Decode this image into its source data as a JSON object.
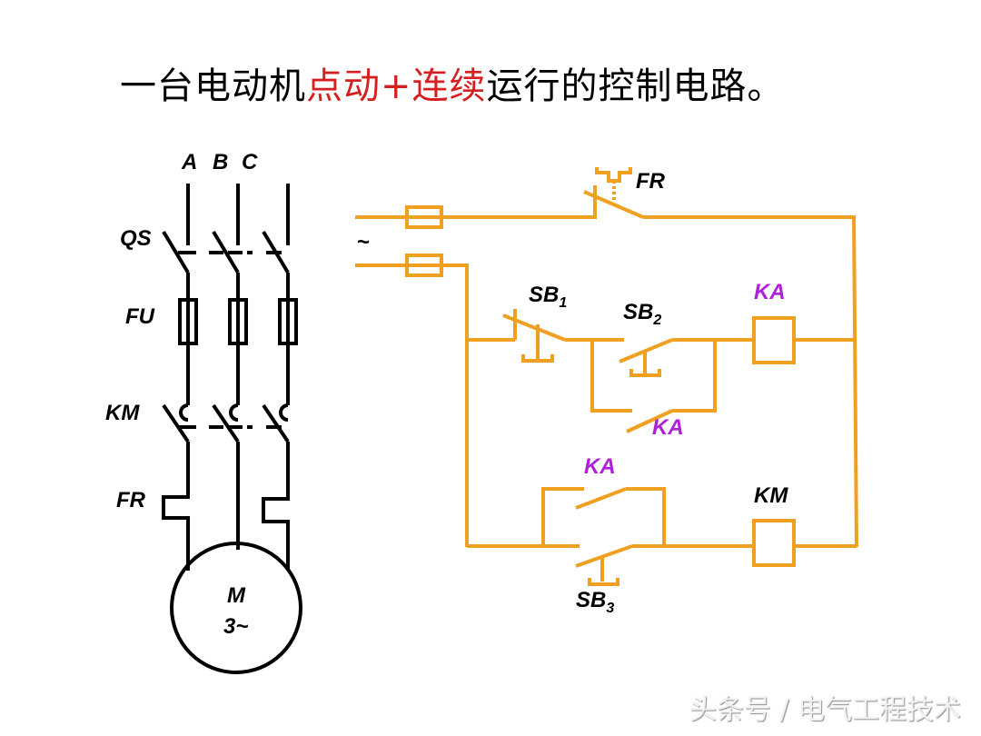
{
  "title": {
    "part1": "一台电动机",
    "highlight": "点动+连续",
    "part2": "运行的控制电路。"
  },
  "colors": {
    "title_highlight": "#d42020",
    "control_wire": "#f0a020",
    "ka_label": "#b020d8",
    "main_wire": "#000000"
  },
  "main_circuit": {
    "phases": [
      "A",
      "B",
      "C"
    ],
    "labels": {
      "switch": "QS",
      "fuse": "FU",
      "contactor": "KM",
      "thermal_relay": "FR"
    },
    "motor": {
      "name": "M",
      "spec": "3~"
    }
  },
  "control_circuit": {
    "ac_symbol": "~",
    "labels": {
      "fr": "FR",
      "sb1": "SB",
      "sb1_sub": "1",
      "sb2": "SB",
      "sb2_sub": "2",
      "ka_coil": "KA",
      "ka_contact_upper": "KA",
      "ka_contact_lower": "KA",
      "km_coil": "KM",
      "sb3": "SB",
      "sb3_sub": "3"
    }
  },
  "watermark": "头条号 / 电气工程技术"
}
